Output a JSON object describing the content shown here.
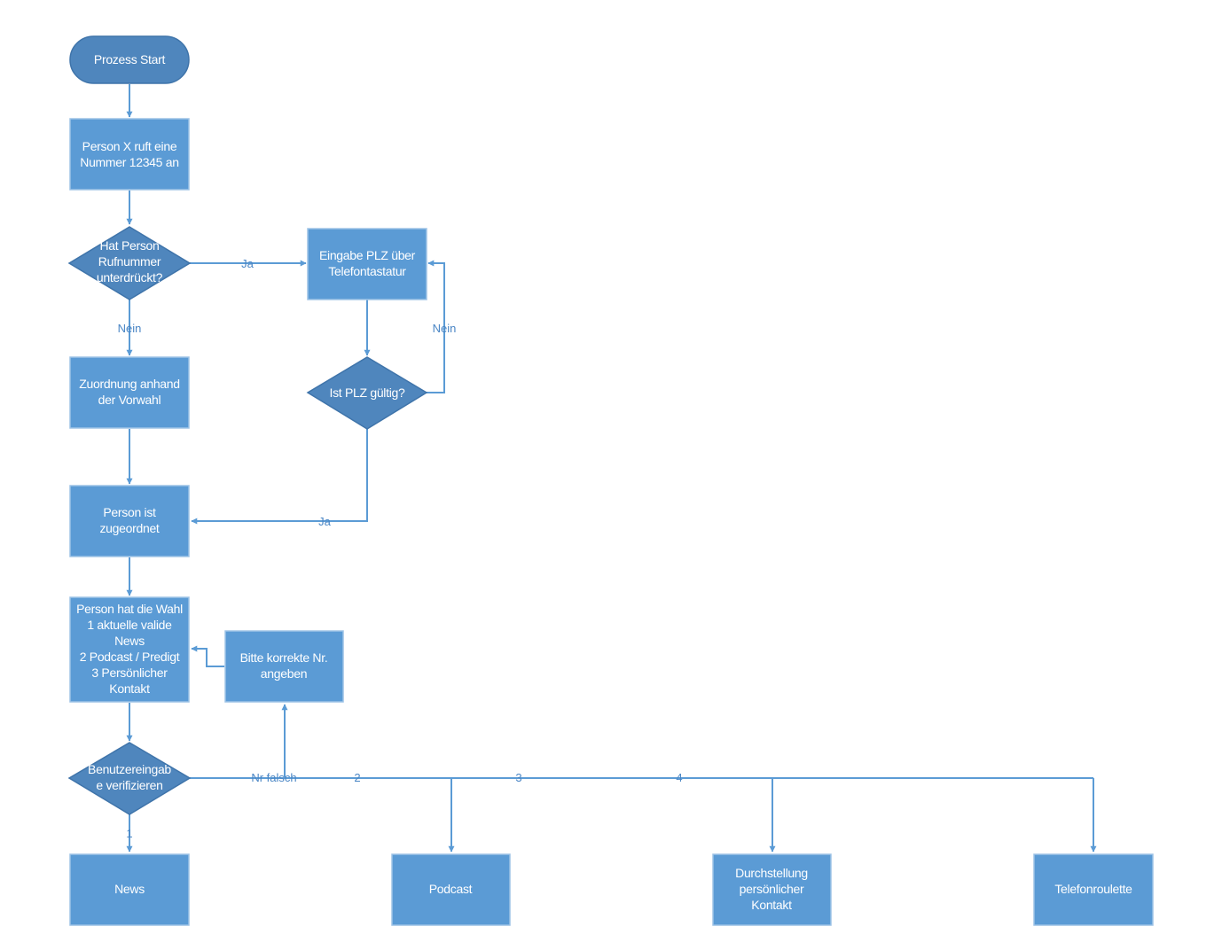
{
  "colors": {
    "box_fill": "#5b9bd5",
    "decision_fill": "#4f86bd",
    "line": "#5b9bd5",
    "label_text": "#4a86c5",
    "node_text": "#ffffff"
  },
  "nodes": {
    "start": [
      "Prozess Start"
    ],
    "call": [
      "Person X ruft eine",
      "Nummer 12345 an"
    ],
    "suppressed": [
      "Hat Person",
      "Rufnummer",
      "unterdrückt?"
    ],
    "plz_input": [
      "Eingabe PLZ über",
      "Telefontastatur"
    ],
    "assign_prefix": [
      "Zuordnung anhand",
      "der Vorwahl"
    ],
    "plz_valid": [
      "Ist PLZ gültig?"
    ],
    "assigned": [
      "Person ist",
      "zugeordnet"
    ],
    "choice": [
      "Person hat die Wahl",
      "1 aktuelle valide",
      "News",
      "2 Podcast / Predigt",
      "3 Persönlicher",
      "Kontakt"
    ],
    "correct_nr": [
      "Bitte korrekte Nr.",
      "angeben"
    ],
    "verify": [
      "Benutzereingab",
      "e verifizieren"
    ],
    "news": [
      "News"
    ],
    "podcast": [
      "Podcast"
    ],
    "contact": [
      "Durchstellung",
      "persönlicher",
      "Kontakt"
    ],
    "roulette": [
      "Telefonroulette"
    ]
  },
  "edge_labels": {
    "ja_1": "Ja",
    "nein_1": "Nein",
    "nein_2": "Nein",
    "ja_2": "Ja",
    "nr_falsch": "Nr falsch",
    "opt_1": "1",
    "opt_2": "2",
    "opt_3": "3",
    "opt_4": "4"
  }
}
